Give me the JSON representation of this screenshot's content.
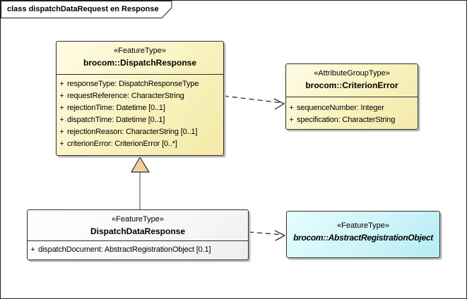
{
  "diagram": {
    "title": "class dispatchDataRequest en Response"
  },
  "colors": {
    "feature_type_fill": "#FAF4C6",
    "abstract_fill": "#CCF6FA",
    "plain_fill": "#FFFFFF",
    "generalization_triangle_fill": "#EFD0A2",
    "border": "#2E2E2E",
    "shadow": "#BDBDBD"
  },
  "classes": {
    "dispatch_response": {
      "stereotype": "«FeatureType»",
      "name": "brocom::DispatchResponse",
      "attributes": [
        {
          "vis": "+",
          "text": "responseType: DispatchResponseType"
        },
        {
          "vis": "+",
          "text": "requestReference: CharacterString"
        },
        {
          "vis": "+",
          "text": "rejectionTime: Datetime [0..1]"
        },
        {
          "vis": "+",
          "text": "dispatchTime: Datetime [0..1]"
        },
        {
          "vis": "+",
          "text": "rejectionReason: CharacterString [0..1]"
        },
        {
          "vis": "+",
          "text": "criterionError: CriterionError [0..*]"
        }
      ]
    },
    "criterion_error": {
      "stereotype": "«AttributeGroupType»",
      "name": "brocom::CriterionError",
      "attributes": [
        {
          "vis": "+",
          "text": "sequenceNumber: Integer"
        },
        {
          "vis": "+",
          "text": "specification: CharacterString"
        }
      ]
    },
    "dispatch_data_response": {
      "stereotype": "«FeatureType»",
      "name": "DispatchDataResponse",
      "attributes": [
        {
          "vis": "+",
          "text": "dispatchDocument: AbstractRegistrationObject [0.1]"
        }
      ]
    },
    "abstract_registration_object": {
      "stereotype": "«FeatureType»",
      "name": "brocom::AbstractRegistrationObject"
    }
  },
  "connectors": [
    {
      "type": "dependency",
      "from": "brocom::DispatchResponse",
      "to": "brocom::CriterionError",
      "line": "dashed",
      "arrowhead": "open"
    },
    {
      "type": "generalization",
      "from": "DispatchDataResponse",
      "to": "brocom::DispatchResponse",
      "line": "solid",
      "arrowhead": "hollow-triangle"
    },
    {
      "type": "dependency",
      "from": "DispatchDataResponse",
      "to": "brocom::AbstractRegistrationObject",
      "line": "dashed",
      "arrowhead": "open"
    }
  ]
}
